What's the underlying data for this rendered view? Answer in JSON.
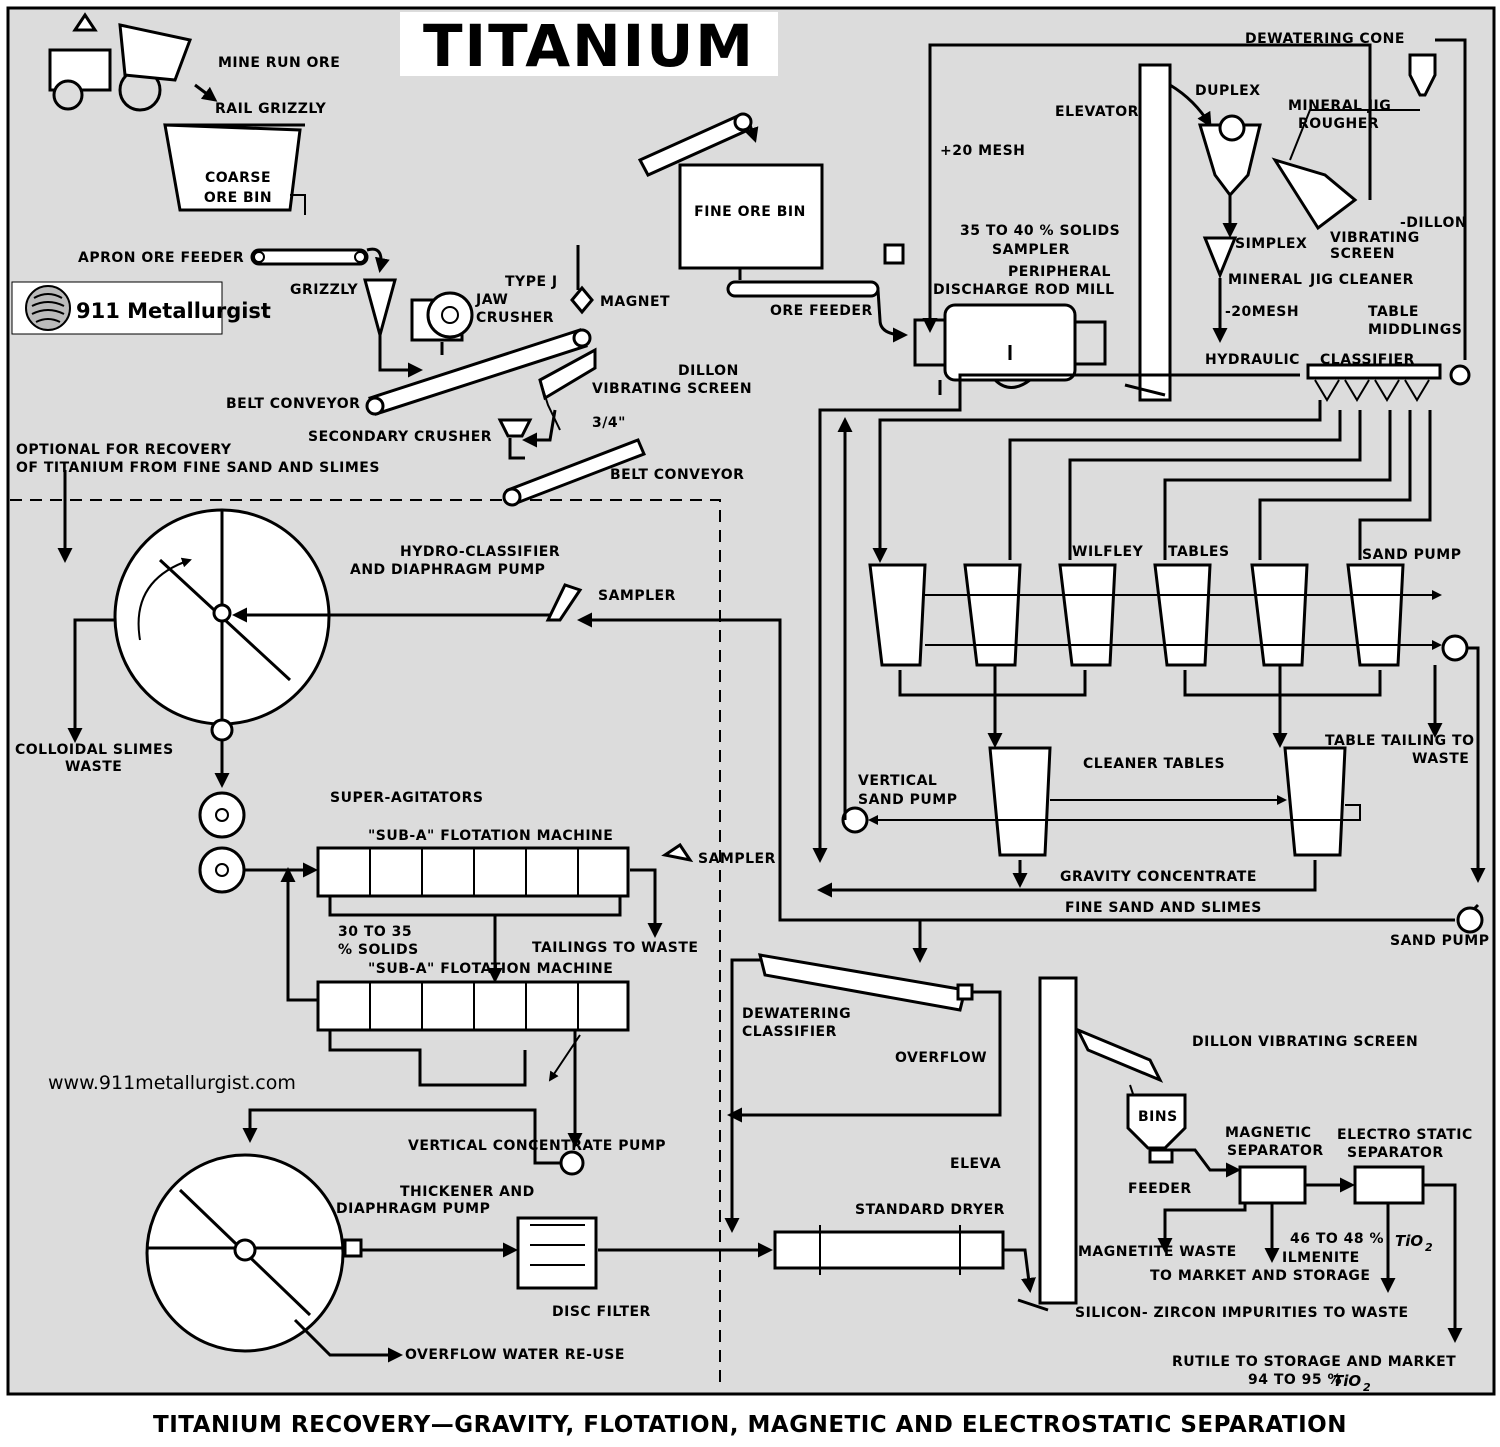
{
  "header": {
    "title": "TITANIUM",
    "brand": "911 Metallurgist",
    "website": "www.911metallurgist.com"
  },
  "caption": "TITANIUM RECOVERY—GRAVITY, FLOTATION, MAGNETIC AND ELECTROSTATIC SEPARATION",
  "colors": {
    "background": "#dcdcdc",
    "ink": "#000000"
  },
  "labels": {
    "mine_run_ore": "MINE RUN ORE",
    "rail_grizzly": "RAIL GRIZZLY",
    "coarse_ore_bin_1": "COARSE",
    "coarse_ore_bin_2": "ORE BIN",
    "apron_ore_feeder": "APRON ORE FEEDER",
    "grizzly": "GRIZZLY",
    "type_j": "TYPE J",
    "jaw": "JAW",
    "crusher": "CRUSHER",
    "magnet": "MAGNET",
    "dillon": "DILLON",
    "vibrating_screen": "VIBRATING SCREEN",
    "belt_conveyor_1": "BELT CONVEYOR",
    "secondary_crusher": "SECONDARY CRUSHER",
    "three_quarter": "3/4\"",
    "belt_conveyor_2": "BELT CONVEYOR",
    "fine_ore_bin": "FINE ORE BIN",
    "ore_feeder": "ORE FEEDER",
    "dewatering_cone": "DEWATERING CONE",
    "duplex": "DUPLEX",
    "elevator": "ELEVATOR",
    "mineral_jig": "MINERAL JIG",
    "rougher": "ROUGHER",
    "plus_20_mesh": "+20 MESH",
    "dillon_right": "-DILLON",
    "vibrating": "VIBRATING",
    "screen": "SCREEN",
    "solids_1": "35 TO 40 % SOLIDS",
    "sampler_top": "SAMPLER",
    "simplex": "SIMPLEX",
    "peripheral": "PERIPHERAL",
    "discharge_rod_mill": "DISCHARGE ROD MILL",
    "mineral": "MINERAL",
    "jig_cleaner": "JIG CLEANER",
    "minus_20_mesh": "-20MESH",
    "table": "TABLE",
    "middlings": "MIDDLINGS",
    "hydraulic": "HYDRAULIC",
    "classifier": "CLASSIFIER",
    "optional_1": "OPTIONAL FOR RECOVERY",
    "optional_2": "OF TITANIUM FROM FINE SAND AND SLIMES",
    "hydro_classifier_1": "HYDRO-CLASSIFIER",
    "hydro_classifier_2": "AND DIAPHRAGM PUMP",
    "sampler_mid": "SAMPLER",
    "wilfley": "WILFLEY",
    "tables": "TABLES",
    "sand_pump_top": "SAND PUMP",
    "colloidal_1": "COLLOIDAL SLIMES",
    "colloidal_2": "WASTE",
    "table_tailing_1": "TABLE TAILING TO",
    "table_tailing_2": "WASTE",
    "vertical_1": "VERTICAL",
    "vertical_2": "SAND PUMP",
    "cleaner_tables": "CLEANER TABLES",
    "super_agitators": "SUPER-AGITATORS",
    "sub_a_1": "\"SUB-A\" FLOTATION MACHINE",
    "sampler_flot": "SAMPLER",
    "gravity_concentrate": "GRAVITY CONCENTRATE",
    "fine_sand_slimes": "FINE SAND AND SLIMES",
    "sand_pump_bottom": "SAND PUMP",
    "solids_2a": "30 TO 35",
    "solids_2b": "% SOLIDS",
    "sub_a_2": "\"SUB-A\" FLOTATION MACHINE",
    "tailings_waste": "TAILINGS TO WASTE",
    "dewatering_1": "DEWATERING",
    "dewatering_2": "CLASSIFIER",
    "dillon_screen_bottom": "DILLON VIBRATING SCREEN",
    "overflow": "OVERFLOW",
    "bins": "BINS",
    "vertical_concentrate_pump": "VERTICAL CONCENTRATE PUMP",
    "magnetic_1": "MAGNETIC",
    "magnetic_2": "SEPARATOR",
    "electro_1": "ELECTRO STATIC",
    "electro_2": "SEPARATOR",
    "eleva": "ELEVA",
    "thickener_1": "THICKENER AND",
    "thickener_2": "DIAPHRAGM PUMP",
    "feeder": "FEEDER",
    "standard_dryer": "STANDARD DRYER",
    "magnetite_waste": "MAGNETITE WASTE",
    "ilmenite_pct": "46 TO 48 %",
    "tio2_a": "TiO",
    "ilmenite": "ILMENITE",
    "to_market_storage": "TO MARKET AND STORAGE",
    "silicon_zircon": "SILICON- ZIRCON IMPURITIES TO WASTE",
    "disc_filter": "DISC FILTER",
    "overflow_water": "OVERFLOW WATER RE-USE",
    "rutile": "RUTILE TO STORAGE AND MARKET",
    "rutile_pct": "94 TO 95 %",
    "tio2_b": "TiO"
  }
}
